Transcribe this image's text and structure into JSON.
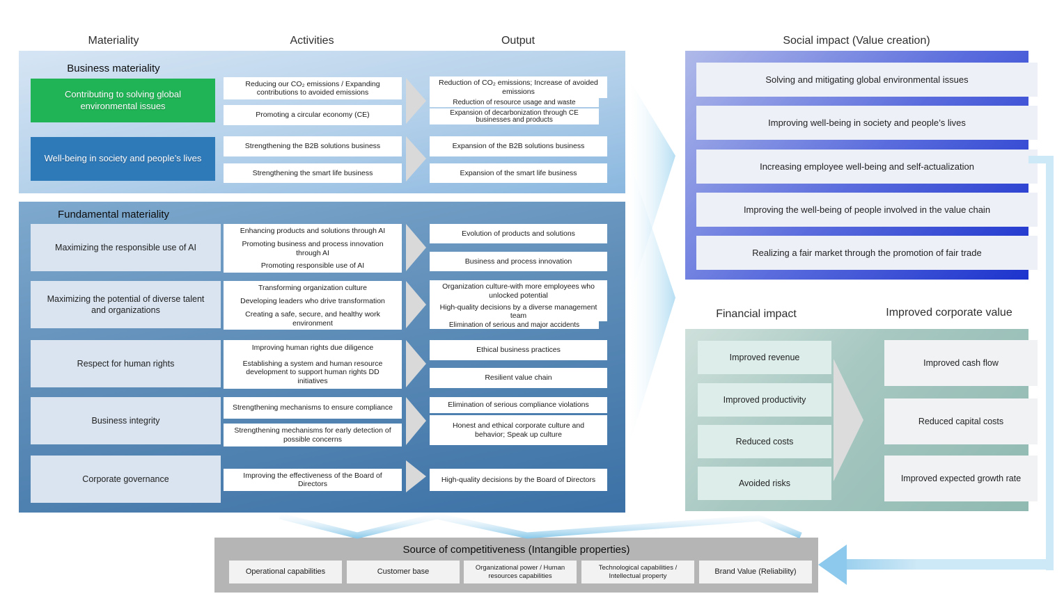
{
  "headers": {
    "materiality": "Materiality",
    "activities": "Activities",
    "output": "Output",
    "social": "Social impact (Value creation)",
    "financial": "Financial impact",
    "corporate": "Improved corporate value"
  },
  "business": {
    "title": "Business materiality",
    "items": [
      {
        "label": "Contributing to solving global environmental issues",
        "color": "#21b456"
      },
      {
        "label": "Well-being in society and people’s lives",
        "color": "#2e79b8"
      }
    ],
    "activities": [
      "Reducing our CO₂ emissions / Expanding contributions to avoided emissions",
      "Promoting a circular economy (CE)",
      "Strengthening the B2B solutions business",
      "Strengthening the smart life business"
    ],
    "outputs": [
      "Reduction of CO₂ emissions; Increase of avoided emissions",
      "Reduction of resource usage and waste",
      "Expansion of decarbonization through CE businesses and products",
      "Expansion of the B2B solutions business",
      "Expansion of the smart life business"
    ]
  },
  "fundamental": {
    "title": "Fundamental materiality",
    "items": [
      "Maximizing the responsible use of AI",
      "Maximizing the potential of diverse talent and organizations",
      "Respect for human rights",
      "Business integrity",
      "Corporate governance"
    ],
    "activities": [
      "Enhancing products and solutions through AI",
      "Promoting business and process innovation through AI",
      "Promoting responsible use of AI",
      "Transforming organization culture",
      "Developing leaders who drive transformation",
      "Creating a safe, secure, and healthy work environment",
      "Improving human rights due diligence",
      "Establishing a system and human resource development to support human rights DD initiatives",
      "Strengthening mechanisms to ensure compliance",
      "Strengthening mechanisms for early detection of possible concerns",
      "Improving the effectiveness of the Board of Directors"
    ],
    "outputs": [
      "Evolution of products and solutions",
      "Business and process innovation",
      "Organization culture-with more employees who unlocked potential",
      "High-quality decisions by a diverse management team",
      "Elimination of serious and major accidents",
      "Ethical business practices",
      "Resilient value chain",
      "Elimination of serious compliance violations",
      "Honest and ethical corporate culture and behavior; Speak up culture",
      "High-quality decisions by the Board of Directors"
    ]
  },
  "social": {
    "items": [
      "Solving and mitigating global environmental issues",
      "Improving well-being in society and people’s lives",
      "Increasing employee well-being and self-actualization",
      "Improving the well-being of people involved in the value chain",
      "Realizing a fair market through the promotion of fair trade"
    ]
  },
  "financial": {
    "items": [
      "Improved revenue",
      "Improved productivity",
      "Reduced costs",
      "Avoided risks"
    ]
  },
  "corporate": {
    "items": [
      "Improved cash flow",
      "Reduced capital costs",
      "Improved expected growth rate"
    ]
  },
  "source": {
    "title": "Source of competitiveness (Intangible properties)",
    "items": [
      "Operational capabilities",
      "Customer base",
      "Organizational power / Human resources capabilities",
      "Technological capabilities / Intellectual property",
      "Brand Value (Reliability)"
    ]
  },
  "colors": {
    "green": "#21b456",
    "materiality_blue": "#2e79b8",
    "social_deep_blue": "#1c33cd",
    "financial_sage": "#9cc0b9",
    "bar_gray": "#b5b5b5",
    "connector_blue": "#cde8f6",
    "arrowhead_blue": "#8dc9ec"
  }
}
